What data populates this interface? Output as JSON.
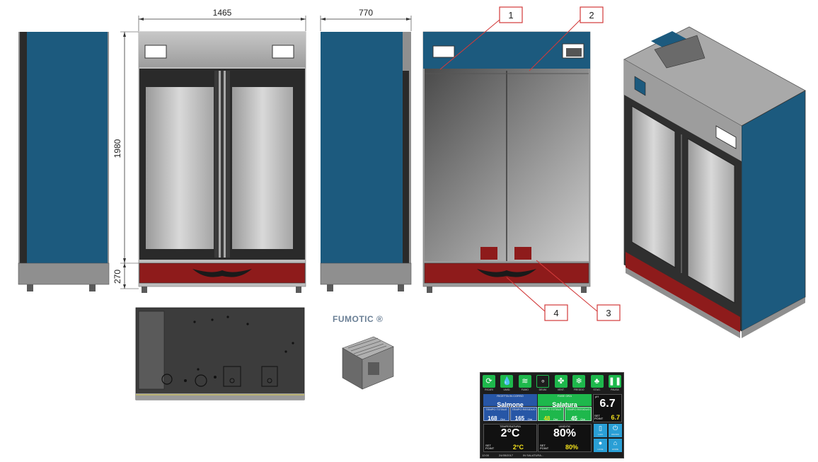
{
  "dimensions": {
    "width_total": "1465",
    "depth": "770",
    "height_main": "1980",
    "height_base": "270"
  },
  "callouts": [
    "1",
    "2",
    "3",
    "4"
  ],
  "product_label": "FUMOTIC ®",
  "colors": {
    "side_panel_blue": "#1c5a7e",
    "base_red": "#8e1b1b",
    "body_gray": "#8f8f8f",
    "frame_dark": "#2a2a2a",
    "callout_red": "#d23a3a",
    "panel_green": "#1eb84c",
    "panel_blue": "#2756a6",
    "panel_value_yellow": "#f4e21c"
  },
  "control_panel": {
    "icons": [
      {
        "icon": "cycle-icon",
        "label": "RICARI"
      },
      {
        "icon": "drop-icon",
        "label": "UMID."
      },
      {
        "icon": "smoke-icon",
        "label": "FUMO"
      },
      {
        "icon": "drops-icon",
        "label": "DEUM."
      },
      {
        "icon": "fan-icon",
        "label": "VENT."
      },
      {
        "icon": "snowflake-icon",
        "label": "FREDDO"
      },
      {
        "icon": "tree-icon",
        "label": "STAG."
      },
      {
        "icon": "pause-icon",
        "label": "PAUSA"
      }
    ],
    "recipe": {
      "caption": "RICETTA IN CORSO",
      "value": "Salmone"
    },
    "phase": {
      "caption": "FASE ORA",
      "value": "Salatura"
    },
    "tempo_totale_1": {
      "caption": "TEMPO TOTALE",
      "value": "168",
      "unit": "Ore"
    },
    "tempo_residuo_1": {
      "caption": "TEMPO RESIDUO",
      "value": "165",
      "unit": "Ore"
    },
    "tempo_totale_2": {
      "caption": "TEMPO TOTALE",
      "value": "48",
      "unit": "Ore"
    },
    "tempo_residuo_2": {
      "caption": "TEMPO RESIDUO",
      "value": "45",
      "unit": "Ore"
    },
    "ph": {
      "caption": "pH",
      "value": "6.7",
      "set_label_1": "SET",
      "set_label_2": "POINT",
      "set_value": "6.7"
    },
    "temperatura": {
      "caption": "TEMPERATURA",
      "value": "2°C",
      "set_label_1": "SET",
      "set_label_2": "POINT",
      "set_value": "2°C"
    },
    "umidita": {
      "caption": "UMIDITA'",
      "value": "80%",
      "set_label_1": "SET",
      "set_label_2": "POINT",
      "set_value": "80%"
    },
    "side_buttons": [
      {
        "icon": "door-icon",
        "label": "LUCI"
      },
      {
        "icon": "power-icon",
        "label": "ON/OFF"
      },
      {
        "icon": "bulb-icon",
        "label": "LUCE"
      },
      {
        "icon": "home-icon",
        "label": "HOME"
      }
    ],
    "footer": {
      "time": "12:00",
      "date": "24/05/2017",
      "status": "IN SALATURA..."
    }
  }
}
